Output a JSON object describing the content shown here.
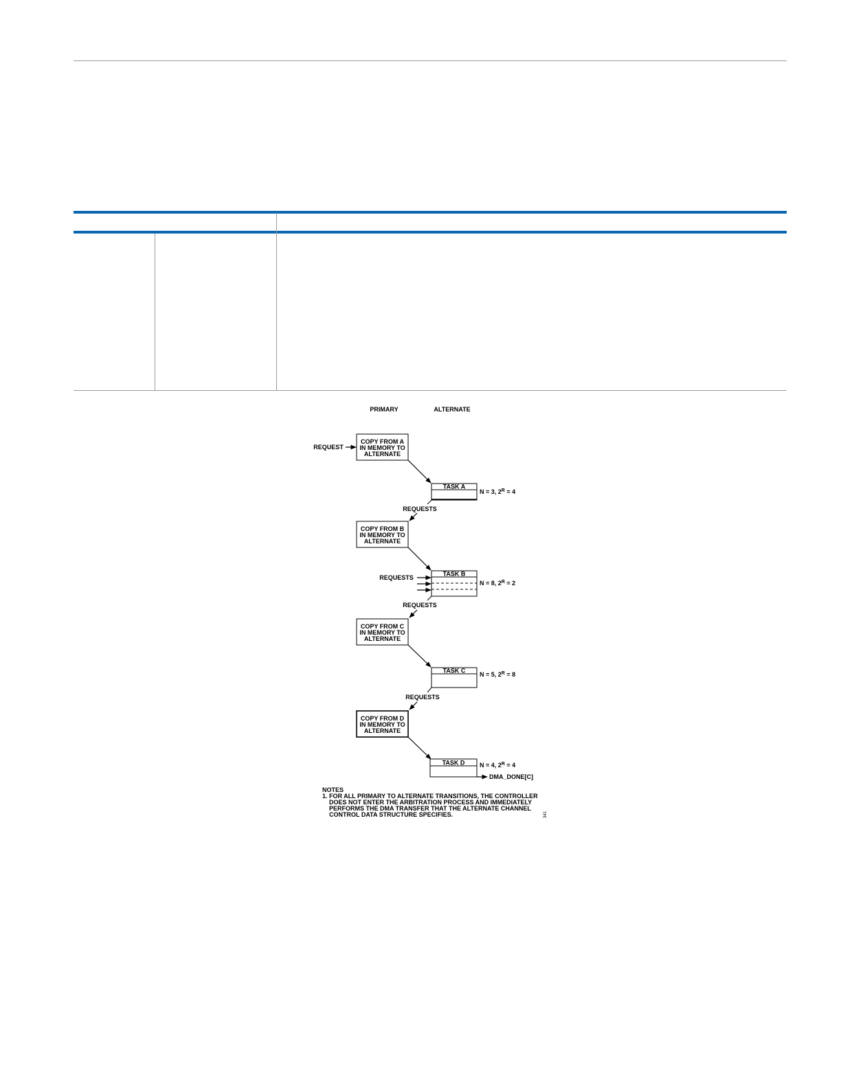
{
  "figure": {
    "column_headers": {
      "primary": "PRIMARY",
      "alternate": "ALTERNATE"
    },
    "request_label": "REQUEST",
    "requests_label": "REQUESTS",
    "copy_boxes": [
      [
        "COPY FROM A",
        "IN MEMORY TO",
        "ALTERNATE"
      ],
      [
        "COPY FROM B",
        "IN MEMORY TO",
        "ALTERNATE"
      ],
      [
        "COPY FROM C",
        "IN MEMORY TO",
        "ALTERNATE"
      ],
      [
        "COPY FROM D",
        "IN MEMORY TO",
        "ALTERNATE"
      ]
    ],
    "tasks": [
      {
        "name": "TASK A",
        "n": "N = 3, 2",
        "sup": "R",
        "rest": " = 4"
      },
      {
        "name": "TASK B",
        "n": "N = 8, 2",
        "sup": "R",
        "rest": " = 2"
      },
      {
        "name": "TASK C",
        "n": "N = 5, 2",
        "sup": "R",
        "rest": " = 8"
      },
      {
        "name": "TASK D",
        "n": "N = 4, 2",
        "sup": "R",
        "rest": " = 4"
      }
    ],
    "dma_done": "DMA_DONE[C]",
    "notes_title": "NOTES",
    "notes": [
      "1. FOR ALL PRIMARY TO ALTERNATE TRANSITIONS, THE CONTROLLER",
      "DOES NOT ENTER THE ARBITRATION PROCESS AND IMMEDIATELY",
      "PERFORMS THE DMA TRANSFER THAT THE ALTERNATE CHANNEL",
      "CONTROL DATA STRUCTURE SPECIFIES."
    ],
    "figure_id": "341"
  }
}
